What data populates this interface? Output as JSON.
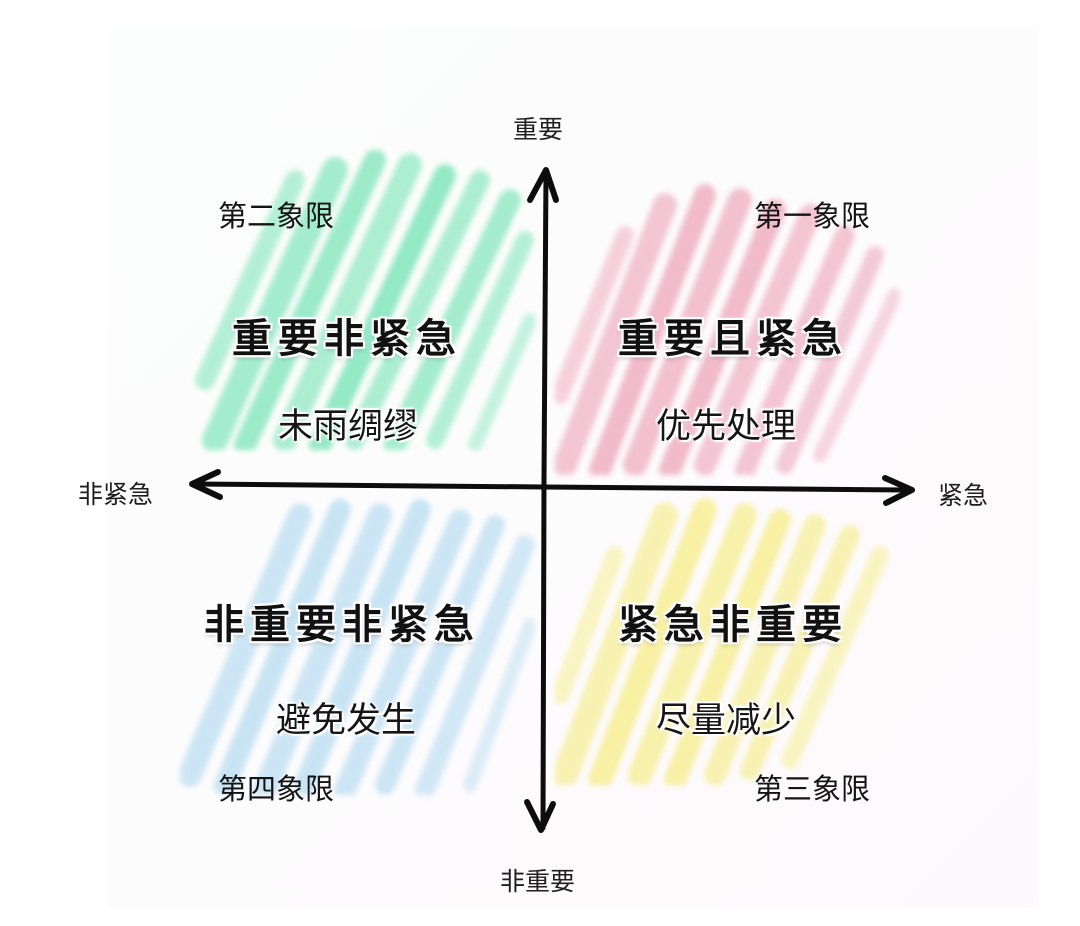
{
  "diagram": {
    "type": "eisenhower-matrix",
    "axes": {
      "y_positive": "重要",
      "y_negative": "非重要",
      "x_positive": "紧急",
      "x_negative": "非紧急"
    },
    "quadrants": [
      {
        "id": "q2",
        "label": "第二象限",
        "title": "重要非紧急",
        "subtitle": "未雨绸缪",
        "position": "top-left",
        "color": "#3fd99a"
      },
      {
        "id": "q1",
        "label": "第一象限",
        "title": "重要且紧急",
        "subtitle": "优先处理",
        "position": "top-right",
        "color": "#e57c9b"
      },
      {
        "id": "q4",
        "label": "第四象限",
        "title": "非重要非紧急",
        "subtitle": "避免发生",
        "position": "bottom-left",
        "color": "#8cc8ea"
      },
      {
        "id": "q3",
        "label": "第三象限",
        "title": "紧急非重要",
        "subtitle": "尽量减少",
        "position": "bottom-right",
        "color": "#f2e64e"
      }
    ],
    "axis_color": "#0d0d0d",
    "background_color": "#ffffff"
  }
}
